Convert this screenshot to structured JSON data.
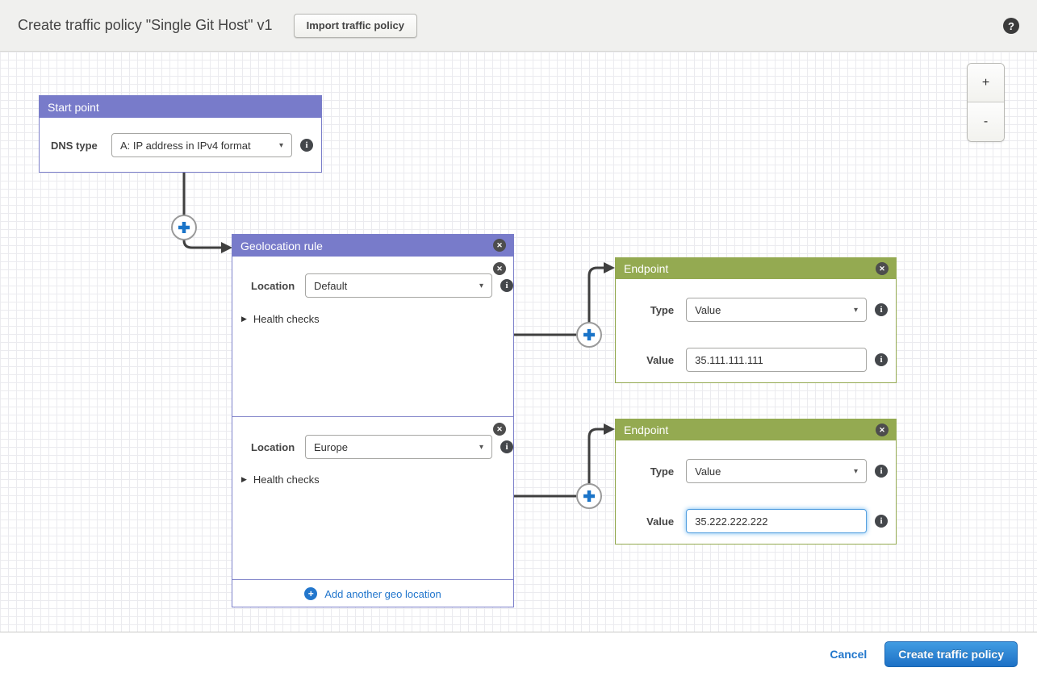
{
  "header": {
    "title": "Create traffic policy \"Single Git Host\" v1",
    "import_button": "Import traffic policy"
  },
  "icons": {
    "help": "?",
    "close": "✕",
    "info": "i",
    "plus": "+",
    "minus": "-",
    "caret": "▾",
    "collapsed": "▶"
  },
  "start_point": {
    "title": "Start point",
    "dns_type_label": "DNS type",
    "dns_type_value": "A: IP address in IPv4 format"
  },
  "geolocation_rule": {
    "title": "Geolocation rule",
    "sections": [
      {
        "location_label": "Location",
        "location_value": "Default",
        "health_checks_label": "Health checks"
      },
      {
        "location_label": "Location",
        "location_value": "Europe",
        "health_checks_label": "Health checks"
      }
    ],
    "add_link": "Add another geo location"
  },
  "endpoints": [
    {
      "title": "Endpoint",
      "type_label": "Type",
      "type_value": "Value",
      "value_label": "Value",
      "value": "35.111.111.111"
    },
    {
      "title": "Endpoint",
      "type_label": "Type",
      "type_value": "Value",
      "value_label": "Value",
      "value": "35.222.222.222"
    }
  ],
  "footer": {
    "cancel": "Cancel",
    "create": "Create traffic policy"
  },
  "colors": {
    "purple_header": "#787bca",
    "green_header": "#94aa51",
    "link_blue": "#2277cc",
    "button_blue": "#1d71c6",
    "connector": "#3f3f3f",
    "plus_blue": "#1a74c8"
  }
}
